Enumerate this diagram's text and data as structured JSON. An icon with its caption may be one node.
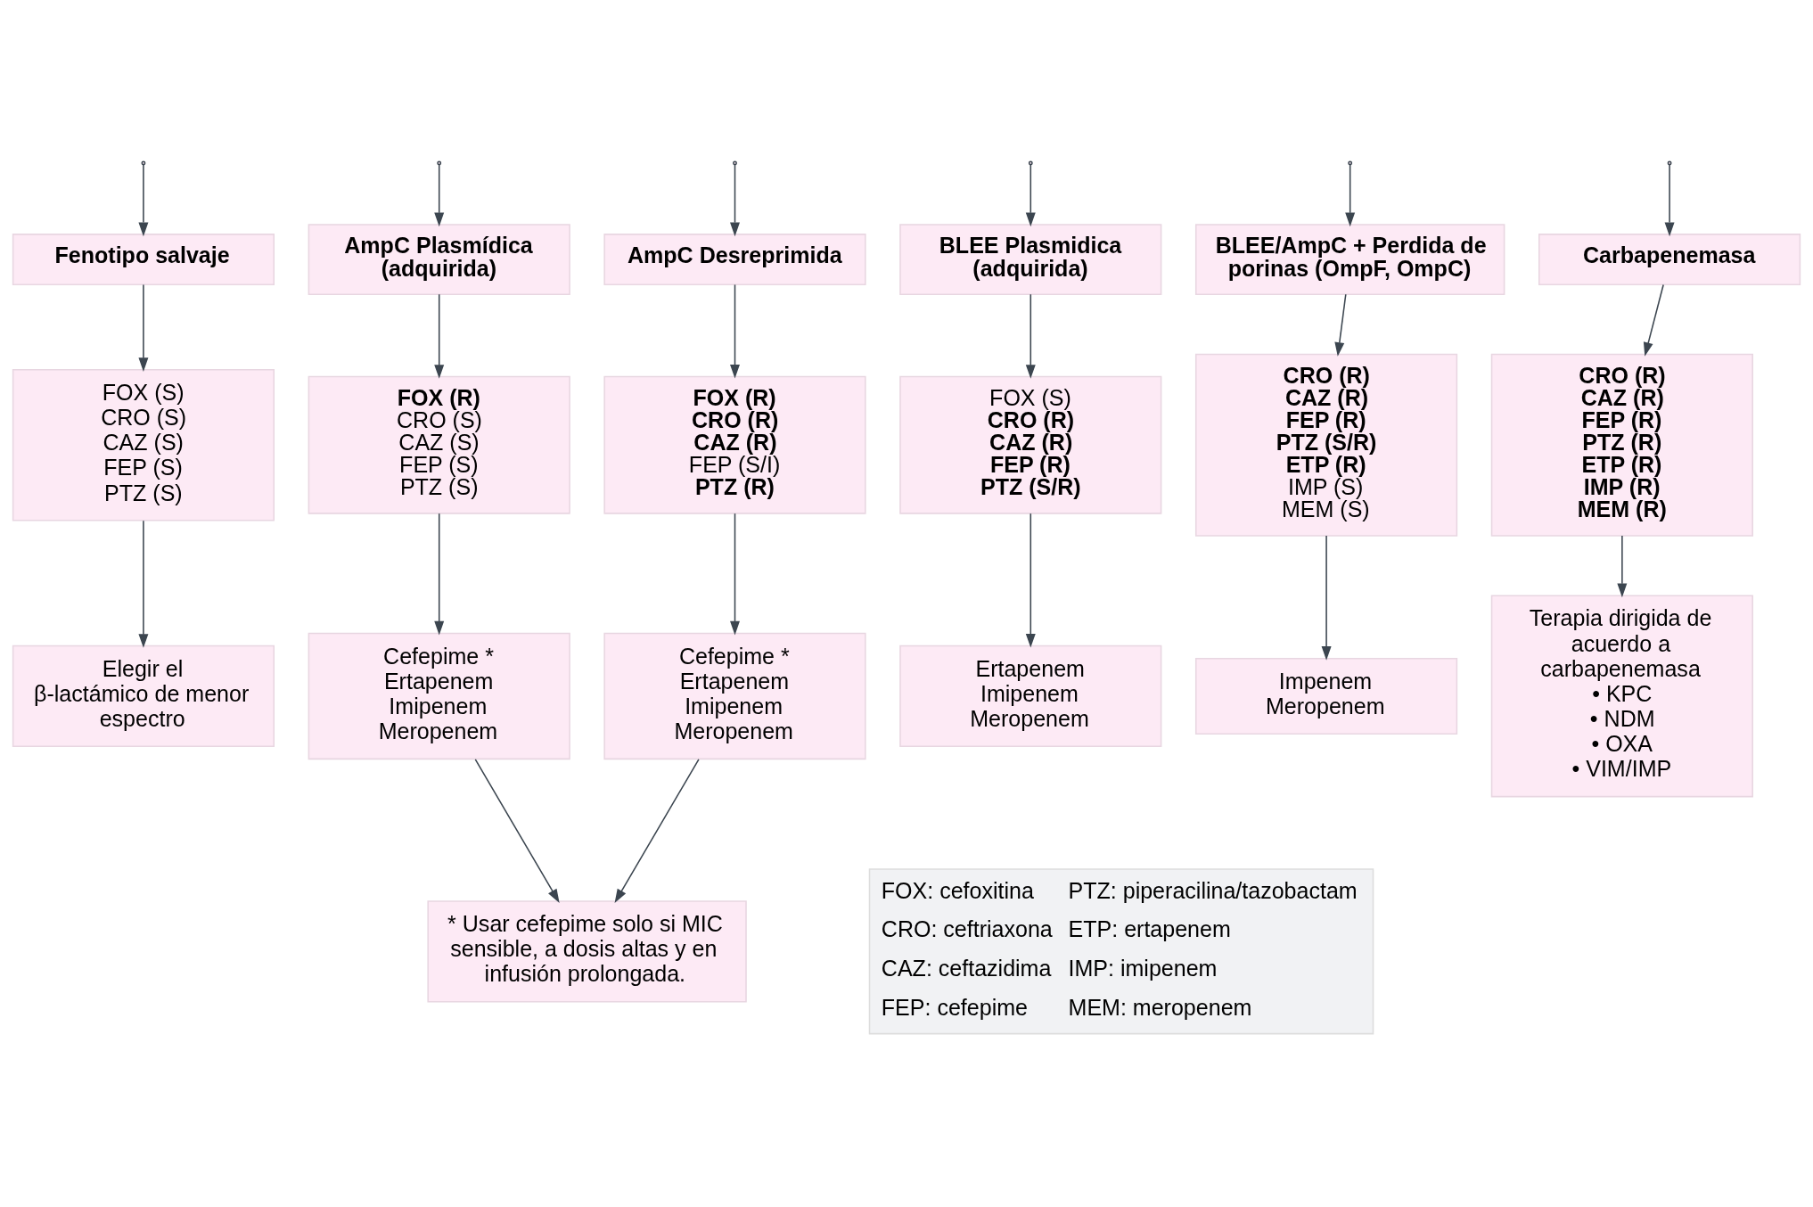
{
  "diagram": {
    "nodes": [
      {
        "text": [
          "Fenotipo salvaje"
        ]
      },
      {
        "text": [
          "AmpC Plasmídica (adquirida)"
        ]
      },
      {
        "text": [
          "AmpC Desreprimida"
        ]
      },
      {
        "text": [
          "BLEE Plasmidica (adquirida)"
        ]
      },
      {
        "text": [
          "BLEE/AmpC + Perdida de porinas (OmpF, OmpC)"
        ]
      },
      {
        "text": [
          "Carbapenemasa"
        ]
      },
      {
        "text": [
          "FOX (S)",
          "CRO (S)",
          "CAZ (S)",
          "FEP (S)",
          "PTZ (S)"
        ]
      },
      {
        "text": [
          "**FOX (R)**",
          "CRO (S)",
          "CAZ (S)",
          "FEP (S)",
          "PTZ (S)"
        ]
      },
      {
        "text": [
          "**FOX (R)**",
          "**CRO (R)**",
          "**CAZ (R)**",
          "FEP (S/I)",
          "**PTZ (R)**"
        ]
      },
      {
        "text": [
          "FOX (S)",
          "**CRO (R)**",
          "**CAZ (R)**",
          "**FEP (R)**",
          "**PTZ (S/R)**"
        ]
      },
      {
        "text": [
          "**CRO (R)**",
          "**CAZ (R)**",
          "**FEP (R)**",
          "**PTZ (S/R)**",
          "**ETP (R)**",
          "IMP (S)",
          "MEM (S)"
        ]
      },
      {
        "text": [
          "**CRO (R)**",
          "**CAZ (R)**",
          "**FEP (R)**",
          "**PTZ (R)**",
          "**ETP (R)**",
          "**IMP (R)**",
          "**MEM (R)**"
        ]
      },
      {
        "text": [
          "Elegir el β-lactámico de menor espectro"
        ]
      },
      {
        "text": [
          "Cefepime *",
          "Ertapenem",
          "Imipenem",
          "Meropenem"
        ]
      },
      {
        "text": [
          "Cefepime *",
          "Ertapenem",
          "Imipenem",
          "Meropenem"
        ]
      },
      {
        "text": [
          "Ertapenem",
          "Imipenem",
          "Meropenem"
        ]
      },
      {
        "text": [
          "Impenem",
          "Meropenem"
        ]
      },
      {
        "text": [
          "Terapia dirigida de acuerdo a carbapenemasa",
          "• KPC",
          "• NDM",
          "• OXA",
          "• VIM/IMP"
        ]
      },
      {
        "text": [
          "* Usar cefepime solo si MIC sensible, a dosis altas y en infusión prolongada."
        ]
      }
    ],
    "edges": [
      {
        "from": null,
        "to": 0,
        "arrow": "to"
      },
      {
        "from": null,
        "to": 1,
        "arrow": "to"
      },
      {
        "from": null,
        "to": 2,
        "arrow": "to"
      },
      {
        "from": null,
        "to": 3,
        "arrow": "to"
      },
      {
        "from": null,
        "to": 4,
        "arrow": "to"
      },
      {
        "from": null,
        "to": 5,
        "arrow": "to"
      },
      {
        "from": 0,
        "to": 6,
        "arrow": "to"
      },
      {
        "from": 1,
        "to": 7,
        "arrow": "to"
      },
      {
        "from": 2,
        "to": 8,
        "arrow": "to"
      },
      {
        "from": 3,
        "to": 9,
        "arrow": "to"
      },
      {
        "from": 4,
        "to": 10,
        "arrow": "to"
      },
      {
        "from": 5,
        "to": 11,
        "arrow": "to"
      },
      {
        "from": 6,
        "to": 12,
        "arrow": "to"
      },
      {
        "from": 7,
        "to": 13,
        "arrow": "to"
      },
      {
        "from": 8,
        "to": 14,
        "arrow": "to"
      },
      {
        "from": 9,
        "to": 15,
        "arrow": "to"
      },
      {
        "from": 10,
        "to": 16,
        "arrow": "to"
      },
      {
        "from": 11,
        "to": 17,
        "arrow": "to"
      },
      {
        "from": 13,
        "to": 18,
        "arrow": "to"
      },
      {
        "from": 14,
        "to": 18,
        "arrow": "to"
      }
    ],
    "labels": [
      "FOX: cefoxitina",
      "PTZ: piperacilina/tazobactam",
      "CRO: ceftriaxona",
      "ETP: ertapenem",
      "CAZ: ceftazidima",
      "IMP: imipenem",
      "FEP: cefepime",
      "MEM: meropenem"
    ]
  }
}
